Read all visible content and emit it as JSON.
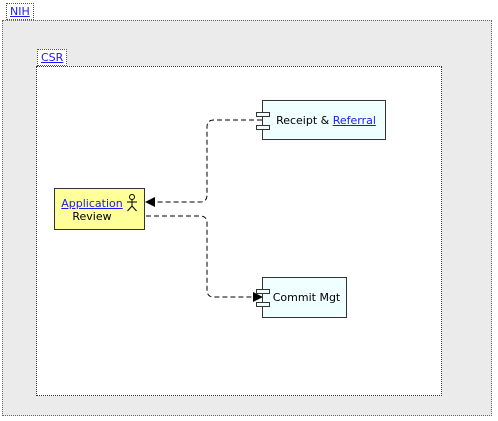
{
  "frames": {
    "outer": {
      "label": "NIH"
    },
    "inner": {
      "label": "CSR"
    }
  },
  "nodes": {
    "actor": {
      "label_link": "Application",
      "label_rest": "Review",
      "icon": "stick-figure-icon"
    },
    "receipt": {
      "label_prefix": "Receipt & ",
      "label_link": "Referral",
      "icon": "component-icon"
    },
    "commit": {
      "label": "Commit Mgt",
      "icon": "component-icon"
    }
  },
  "colors": {
    "outer_frame_fill": "#ebebeb",
    "actor_fill": "#ffff99",
    "component_fill": "#f0ffff",
    "link": "#1a1aee",
    "line": "#000000"
  }
}
